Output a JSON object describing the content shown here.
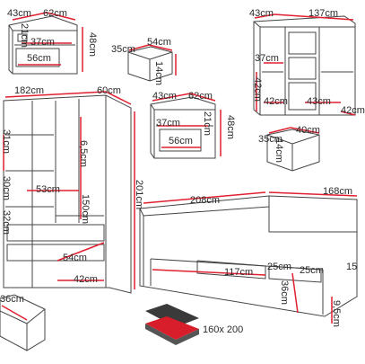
{
  "colors": {
    "dimension_line": "#e02030",
    "outline": "#444444",
    "text": "#2a2a2a",
    "mattress": "#d81e2a",
    "mattress_dark": "#3a3a3a"
  },
  "nightstand_top": {
    "depth": "43cm",
    "width": "62cm",
    "height": "48cm",
    "inner_depth": "37cm",
    "inner_width": "56cm",
    "inner_height": "21cm"
  },
  "drawer_small_a": {
    "depth": "35cm",
    "width": "54cm",
    "height": "14cm"
  },
  "nightstand_mid": {
    "depth": "43cm",
    "width": "62cm",
    "height": "48cm",
    "inner_depth": "37cm",
    "inner_width": "56cm",
    "inner_height": "21cm"
  },
  "sideboard": {
    "depth": "43cm",
    "width": "137cm",
    "inner_depth": "37cm",
    "shelf_depth_a": "42cm",
    "shelf_depth_b": "43cm",
    "shelf_depth_c": "42cm",
    "height": "42cm"
  },
  "drawer_small_b": {
    "depth": "35cm",
    "width": "40cm",
    "height": "14cm"
  },
  "wardrobe": {
    "width": "182cm",
    "depth": "60cm",
    "height": "201cm",
    "inner_height": "150cm",
    "inner_width": "53cm",
    "top_gap": "31cm",
    "shelf_gap": "30cm",
    "lower_gap": "32cm",
    "rail_gap": "6,5cm",
    "drawer_width": "54cm",
    "drawer_depth": "42cm",
    "pullout_depth": "36cm"
  },
  "bed": {
    "length": "208cm",
    "width": "168cm",
    "inner_length": "117cm",
    "inner_width": "15",
    "drawer_a": "25cm",
    "drawer_b": "25cm",
    "drawer_height": "36cm",
    "leg_height": "9,5cm"
  },
  "mattress": {
    "size": "160x 200"
  }
}
